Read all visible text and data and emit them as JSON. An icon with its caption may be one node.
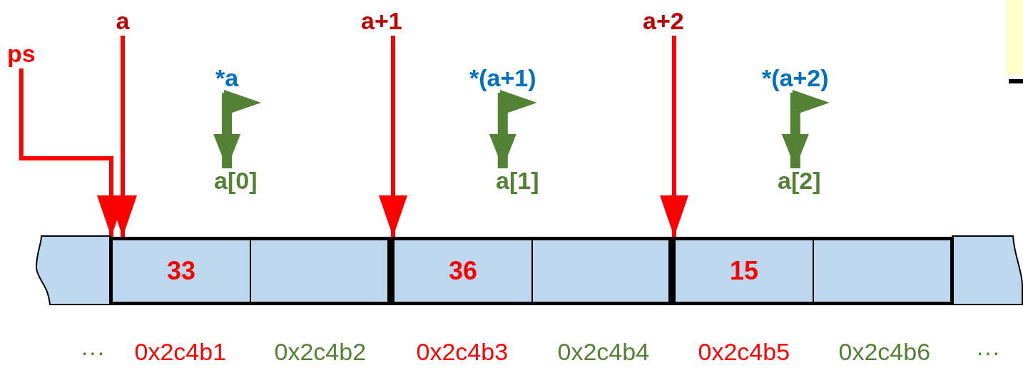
{
  "diagram": {
    "nodes": [
      {
        "text": [
          "a"
        ]
      },
      {
        "text": [
          "a+1"
        ]
      },
      {
        "text": [
          "a+2"
        ]
      },
      {
        "text": [
          "ps"
        ]
      },
      {
        "text": [
          "*a"
        ]
      },
      {
        "text": [
          "a[0]"
        ]
      },
      {
        "text": [
          "*(a+1)"
        ]
      },
      {
        "text": [
          "a[1]"
        ]
      },
      {
        "text": [
          "*(a+2)"
        ]
      },
      {
        "text": [
          "a[2]"
        ]
      },
      {
        "text": [],
        "shape": "bar"
      },
      {
        "text": [],
        "shape": "box",
        "in": 10
      },
      {
        "text": [
          "33"
        ],
        "in": 11
      },
      {
        "text": [],
        "shape": "box",
        "in": 11
      },
      {
        "text": [],
        "shape": "box",
        "in": 10
      },
      {
        "text": [
          "36"
        ],
        "in": 14
      },
      {
        "text": [],
        "shape": "box",
        "in": 14
      },
      {
        "text": [],
        "shape": "box",
        "in": 10
      },
      {
        "text": [
          "15"
        ],
        "in": 17
      },
      {
        "text": [],
        "shape": "box",
        "in": 17
      }
    ],
    "edges": [
      {
        "from": 0,
        "to": 11,
        "arrow": "to"
      },
      {
        "from": 3,
        "to": 11,
        "arrow": "to"
      },
      {
        "from": 1,
        "to": 14,
        "arrow": "to"
      },
      {
        "from": 2,
        "to": 17,
        "arrow": "to"
      },
      {
        "from": 4,
        "to": 5,
        "arrow": "to",
        "style": "thick",
        "color": "#548235"
      },
      {
        "from": 6,
        "to": 7,
        "arrow": "to",
        "style": "thick",
        "color": "#548235"
      },
      {
        "from": 8,
        "to": 9,
        "arrow": "to",
        "style": "thick",
        "color": "#548235"
      }
    ],
    "labels": [
      "···",
      "0x2c4b1",
      "0x2c4b2",
      "0x2c4b3",
      "0x2c4b4",
      "0x2c4b5",
      "0x2c4b6",
      "···"
    ]
  }
}
